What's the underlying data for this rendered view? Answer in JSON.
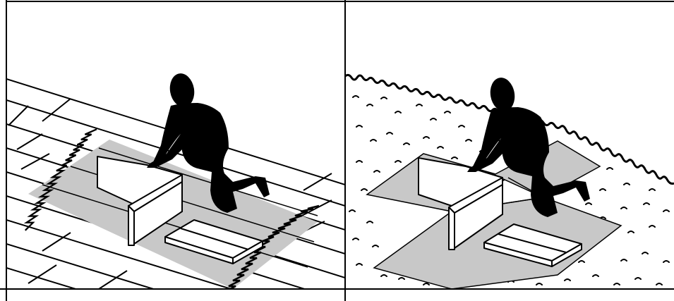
{
  "panels": [
    {
      "surface": "wood-floor",
      "mat": "rug-with-fringe"
    },
    {
      "surface": "gravel",
      "mat": "ground-sheet"
    }
  ],
  "colors": {
    "mat": "#c8c8c8",
    "figure": "#000000",
    "line": "#000000",
    "background": "#ffffff"
  }
}
